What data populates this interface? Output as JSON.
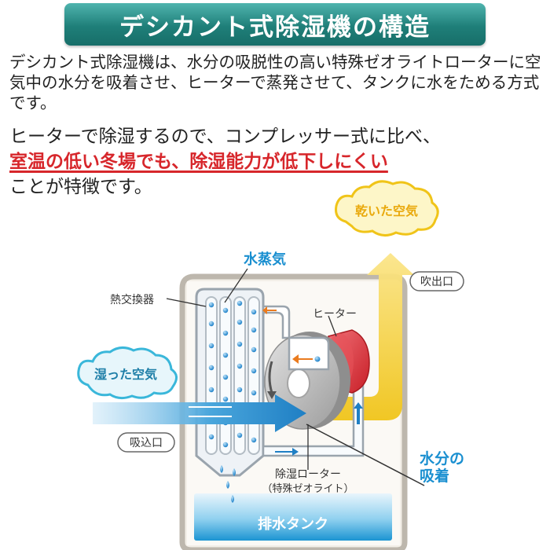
{
  "title": "デシカント式除湿機の構造",
  "intro": "デシカント式除湿機は、水分の吸脱性の高い特殊ゼオライトローターに空気中の水分を吸着させ、ヒーターで蒸発させて、タンクに水をためる方式です。",
  "feature": {
    "line1": "ヒーターで除湿するので、コンプレッサー式に比べ、",
    "highlight": "室温の低い冬場でも、除湿能力が低下しにくい",
    "line3": "ことが特徴です。"
  },
  "labels": {
    "dry_air": "乾いた空気",
    "water_vapor": "水蒸気",
    "heat_exchanger": "熱交換器",
    "outlet": "吹出口",
    "heater": "ヒーター",
    "humid_air": "湿った空気",
    "inlet": "吸込口",
    "moisture_line1": "水分の",
    "moisture_line2": "吸着",
    "rotor_line1": "除湿ローター",
    "rotor_line2": "（特殊ゼオライト）",
    "tank": "排水タンク"
  },
  "colors": {
    "teal": "#1f7f79",
    "red_highlight": "#d7262b",
    "blue_label": "#1a8fd0",
    "yellow_arrow": "#f0c419",
    "heater_red": "#e0393e"
  }
}
